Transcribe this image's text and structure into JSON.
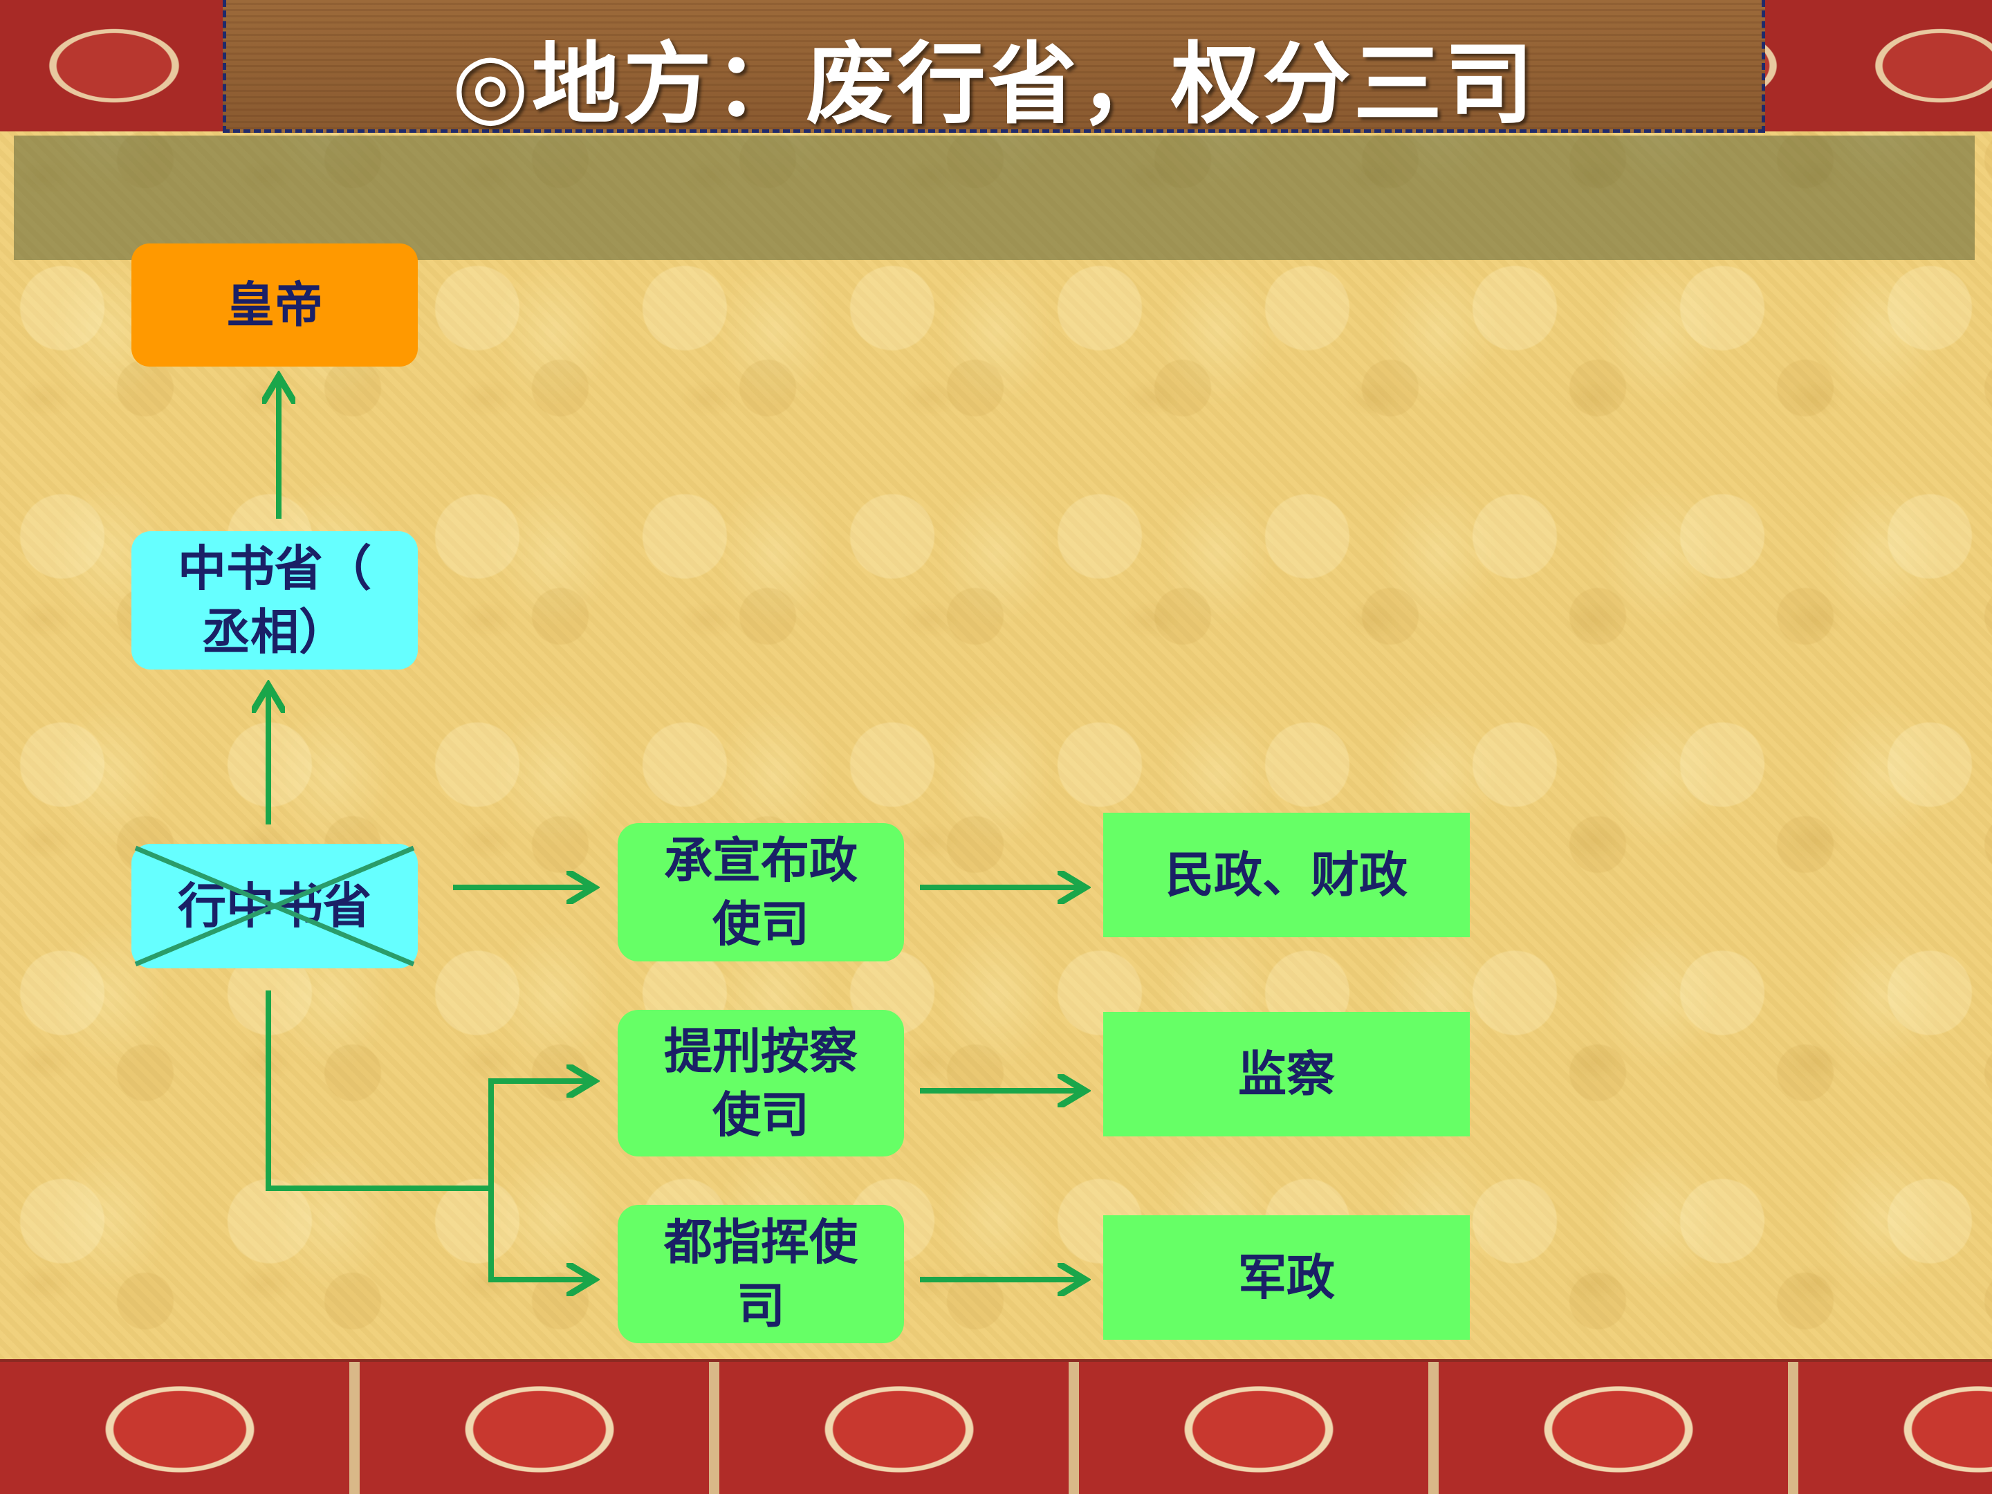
{
  "title": "◎地方：废行省，权分三司",
  "nodes": {
    "emperor": "皇帝",
    "zhongshu_line1": "中书省（",
    "zhongshu_line2": "丞相）",
    "xingsheng": "行中书省",
    "chengxuan_line1": "承宣布政",
    "chengxuan_line2": "使司",
    "tixing_line1": "提刑按察",
    "tixing_line2": "使司",
    "duzhihui_line1": "都指挥使",
    "duzhihui_line2": "司",
    "civil_finance": "民政、财政",
    "supervision": "监察",
    "military": "军政"
  },
  "colors": {
    "emperor_box": "#ff9900",
    "central_box": "#66ffff",
    "office_box": "#66ff66",
    "arrow": "#1aa64a",
    "cross": "#2a9c6a",
    "text": "#1a2066"
  }
}
